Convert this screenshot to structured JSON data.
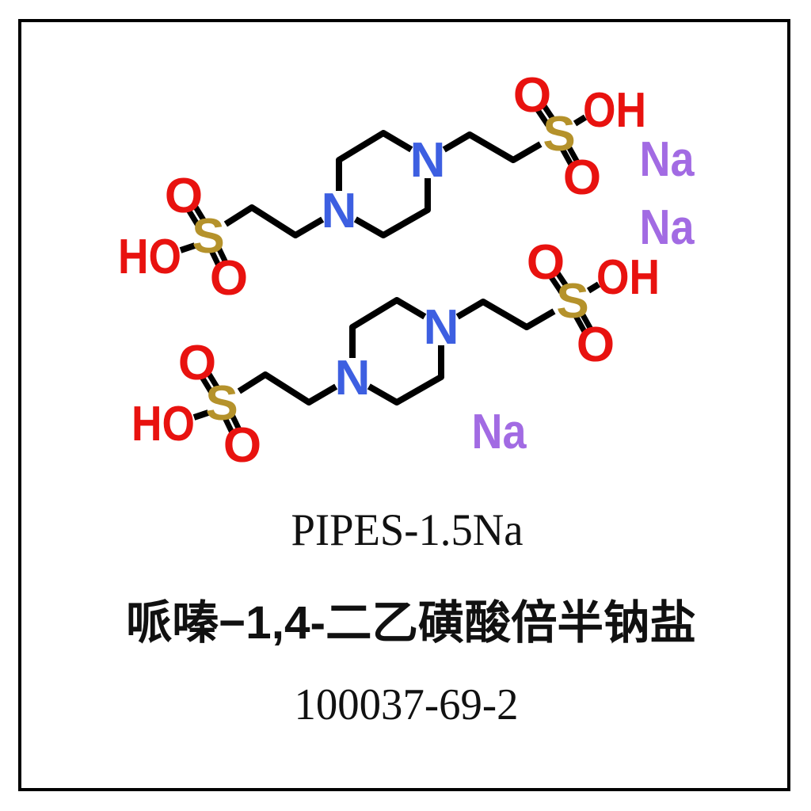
{
  "page": {
    "background": "#FFFFFF"
  },
  "compound": {
    "name_en": "PIPES-1.5Na",
    "name_zh": "哌嗪−1,4-二乙磺酸倍半钠盐",
    "cas_number": "100037-69-2"
  },
  "structure": {
    "molecule_count": 2,
    "sodium_label_count": 3,
    "atoms": {
      "nitrogen": "N",
      "sulfur": "S",
      "oxygen": "O",
      "hydroxyl_ho": "HO",
      "hydroxyl_oh": "OH",
      "sodium": "Na"
    }
  },
  "colors": {
    "nitrogen": "#3D5FE1",
    "oxygen": "#E8120F",
    "sulfur": "#B5922B",
    "sodium": "#A26BE3",
    "bonds": "#000000",
    "frame": "#000000",
    "caption_text": "#111111"
  }
}
